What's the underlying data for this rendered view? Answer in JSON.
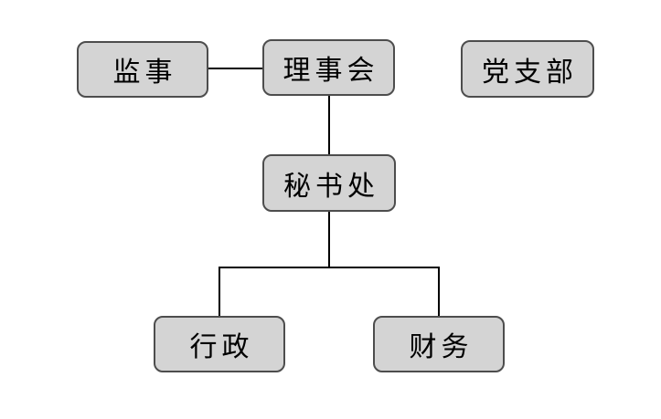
{
  "diagram": {
    "type": "org-chart",
    "background": "#ffffff",
    "node_style": {
      "fill": "#d4d4d4",
      "border_color": "#4d4d4d",
      "text_color": "#000000",
      "connector_color": "#000000"
    },
    "nodes": [
      {
        "id": "supervisor",
        "label": "监事"
      },
      {
        "id": "council",
        "label": "理事会"
      },
      {
        "id": "party-branch",
        "label": "党支部"
      },
      {
        "id": "secretariat",
        "label": "秘书处"
      },
      {
        "id": "administration",
        "label": "行政"
      },
      {
        "id": "finance",
        "label": "财务"
      }
    ],
    "edges": [
      {
        "from": "supervisor",
        "to": "council",
        "shape": "horizontal"
      },
      {
        "from": "council",
        "to": "secretariat",
        "shape": "vertical"
      },
      {
        "from": "secretariat",
        "to": "administration",
        "shape": "elbow"
      },
      {
        "from": "secretariat",
        "to": "finance",
        "shape": "elbow"
      }
    ]
  }
}
